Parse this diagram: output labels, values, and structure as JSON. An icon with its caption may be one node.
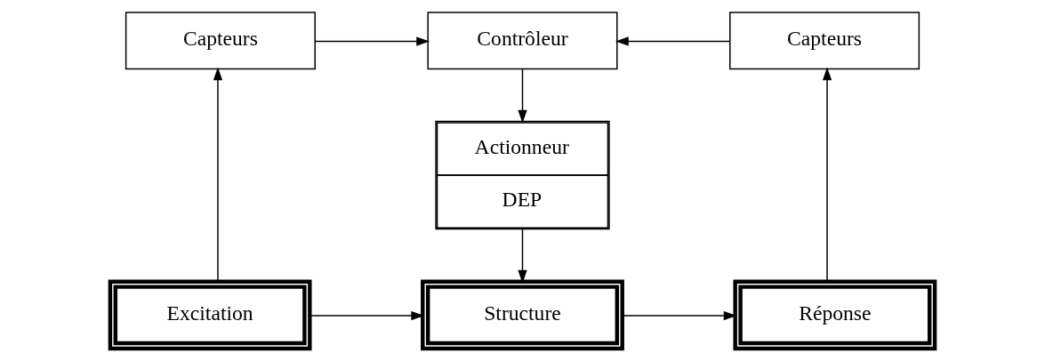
{
  "diagram": {
    "nodes": [
      {
        "text": [
          "Capteurs"
        ]
      },
      {
        "text": [
          "Contrôleur"
        ]
      },
      {
        "text": [
          "Capteurs"
        ]
      },
      {
        "text": [
          "Actionneur",
          "DEP"
        ]
      },
      {
        "text": [
          "Excitation"
        ]
      },
      {
        "text": [
          "Structure"
        ]
      },
      {
        "text": [
          "Réponse"
        ]
      }
    ],
    "edges": [
      {
        "from": 0,
        "to": 1,
        "arrow": "to"
      },
      {
        "from": 2,
        "to": 1,
        "arrow": "to"
      },
      {
        "from": 1,
        "to": 3,
        "arrow": "to"
      },
      {
        "from": 4,
        "to": 0,
        "arrow": "to"
      },
      {
        "from": 3,
        "to": 5,
        "arrow": "to"
      },
      {
        "from": 4,
        "to": 5,
        "arrow": "to"
      },
      {
        "from": 5,
        "to": 6,
        "arrow": "to"
      },
      {
        "from": 6,
        "to": 2,
        "arrow": "to"
      }
    ]
  }
}
